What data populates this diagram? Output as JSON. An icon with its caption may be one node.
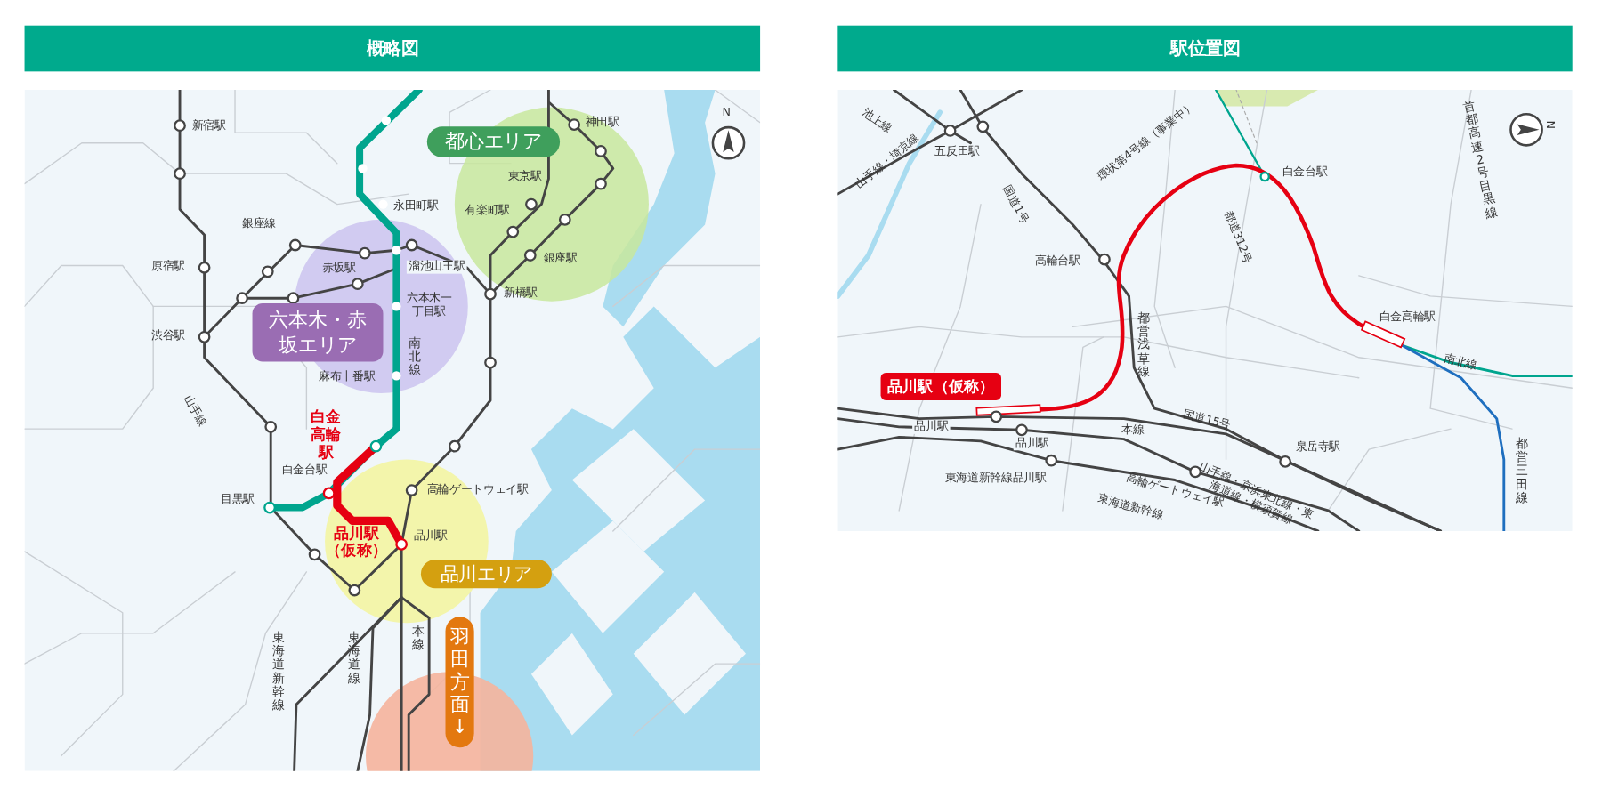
{
  "diagram": {
    "nodes": [
      {
        "text": [
          "概略図"
        ]
      },
      {
        "text": [
          "駅位置図"
        ]
      },
      {
        "text": [
          "都心エリア"
        ]
      },
      {
        "text": [
          "六本木・赤坂エリア"
        ]
      },
      {
        "text": [
          "品川エリア"
        ]
      },
      {
        "text": [
          "羽田方面↓"
        ]
      },
      {
        "text": [
          "品川駅（仮称）"
        ]
      }
    ],
    "labels": [
      "新宿駅",
      "神田駅",
      "N",
      "東京駅",
      "永田町駅",
      "有楽町駅",
      "銀座線",
      "赤坂駅",
      "溜池山王駅",
      "銀座駅",
      "原宿駅",
      "新橋駅",
      "六本木一丁目駅",
      "渋谷駅",
      "麻布十番駅",
      "南北線",
      "山手線",
      "白金高輪駅",
      "白金台駅",
      "高輪ゲートウェイ駅",
      "目黒駅",
      "品川駅（仮称）",
      "品川駅",
      "東海道新幹線",
      "東海道線",
      "本線",
      "池上線",
      "五反田駅",
      "白金台駅",
      "首都高速2号目黒線",
      "N",
      "山手線・埼京線",
      "国道1号",
      "環状第4号線（事業中）",
      "都道312号",
      "高輪台駅",
      "白金高輪駅",
      "都営浅草線",
      "南北線",
      "国道15号",
      "品川駅",
      "品川駅",
      "本線",
      "泉岳寺駅",
      "山手線・京浜東北線・東海道線・横須賀線",
      "都営三田線",
      "東海道新幹線品川駅",
      "高輪ゲートウェイ駅",
      "東海道新幹線"
    ]
  }
}
